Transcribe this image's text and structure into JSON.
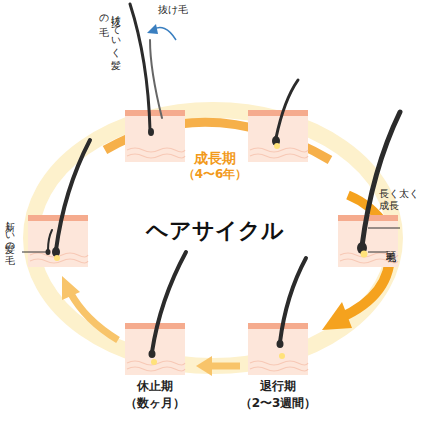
{
  "diagram": {
    "title": "ヘアサイクル",
    "labels": [
      "抜け毛",
      "抜けていく髪の毛",
      "成長期",
      "（4〜6年）",
      "長く太く成長",
      "毛乳頭",
      "新しい髪の毛",
      "休止期",
      "（数ヶ月）",
      "退行期",
      "（2〜3週間）"
    ]
  }
}
